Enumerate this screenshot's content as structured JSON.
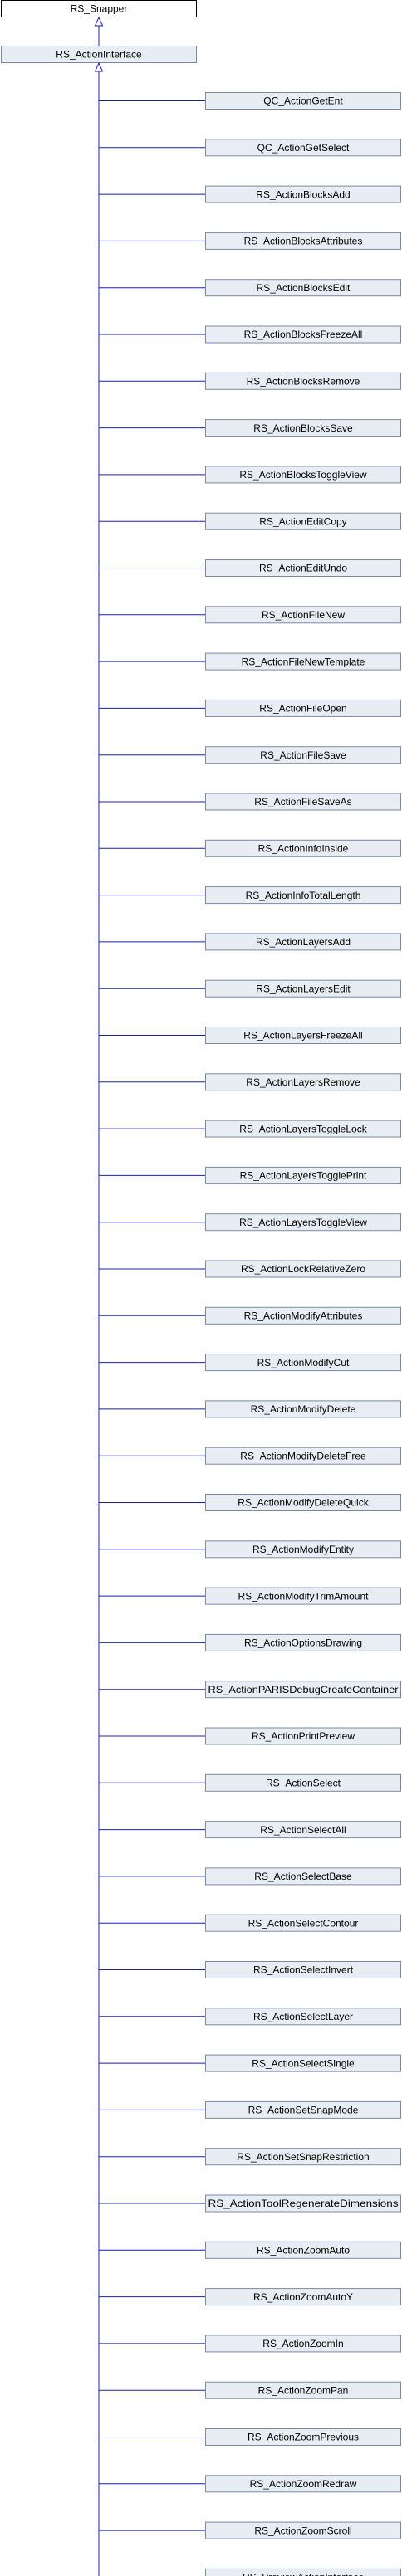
{
  "diagram": {
    "root": "RS_Snapper",
    "interface": "RS_ActionInterface",
    "colors": {
      "edge": "#1f1fb5",
      "root_fill": "#ffffff",
      "root_border": "#000000",
      "node_fill": "#e8edf3",
      "node_border": "#7a8aa6",
      "text": "#000000"
    },
    "children": [
      "QC_ActionGetEnt",
      "QC_ActionGetSelect",
      "RS_ActionBlocksAdd",
      "RS_ActionBlocksAttributes",
      "RS_ActionBlocksEdit",
      "RS_ActionBlocksFreezeAll",
      "RS_ActionBlocksRemove",
      "RS_ActionBlocksSave",
      "RS_ActionBlocksToggleView",
      "RS_ActionEditCopy",
      "RS_ActionEditUndo",
      "RS_ActionFileNew",
      "RS_ActionFileNewTemplate",
      "RS_ActionFileOpen",
      "RS_ActionFileSave",
      "RS_ActionFileSaveAs",
      "RS_ActionInfoInside",
      "RS_ActionInfoTotalLength",
      "RS_ActionLayersAdd",
      "RS_ActionLayersEdit",
      "RS_ActionLayersFreezeAll",
      "RS_ActionLayersRemove",
      "RS_ActionLayersToggleLock",
      "RS_ActionLayersTogglePrint",
      "RS_ActionLayersToggleView",
      "RS_ActionLockRelativeZero",
      "RS_ActionModifyAttributes",
      "RS_ActionModifyCut",
      "RS_ActionModifyDelete",
      "RS_ActionModifyDeleteFree",
      "RS_ActionModifyDeleteQuick",
      "RS_ActionModifyEntity",
      "RS_ActionModifyTrimAmount",
      "RS_ActionOptionsDrawing",
      "RS_ActionPARISDebugCreateContainer",
      "RS_ActionPrintPreview",
      "RS_ActionSelect",
      "RS_ActionSelectAll",
      "RS_ActionSelectBase",
      "RS_ActionSelectContour",
      "RS_ActionSelectInvert",
      "RS_ActionSelectLayer",
      "RS_ActionSelectSingle",
      "RS_ActionSetSnapMode",
      "RS_ActionSetSnapRestriction",
      "RS_ActionToolRegenerateDimensions",
      "RS_ActionZoomAuto",
      "RS_ActionZoomAutoY",
      "RS_ActionZoomIn",
      "RS_ActionZoomPan",
      "RS_ActionZoomPrevious",
      "RS_ActionZoomRedraw",
      "RS_ActionZoomScroll",
      "RS_PreviewActionInterface"
    ]
  }
}
